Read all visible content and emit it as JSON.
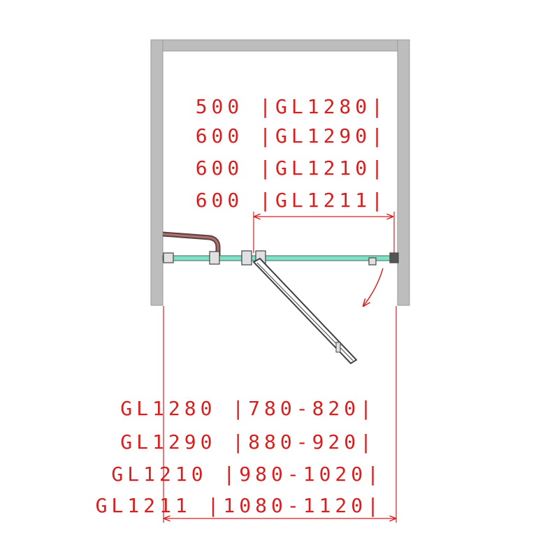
{
  "diagram": {
    "door_opening_labels": [
      "500 |GL1280|",
      "600 |GL1290|",
      "600 |GL1210|",
      "600 |GL1211|"
    ],
    "total_width_labels": [
      "GL1280 |780-820|",
      "GL1290 |880-920|",
      "GL1210 |980-1020|",
      "GL1211 |1080-1120|"
    ],
    "colors": {
      "wall": "#a6a6a6",
      "glass": "#7fe0c8",
      "dimension": "#d81f1f",
      "door": "#404040",
      "bar": "#8a5555"
    }
  }
}
